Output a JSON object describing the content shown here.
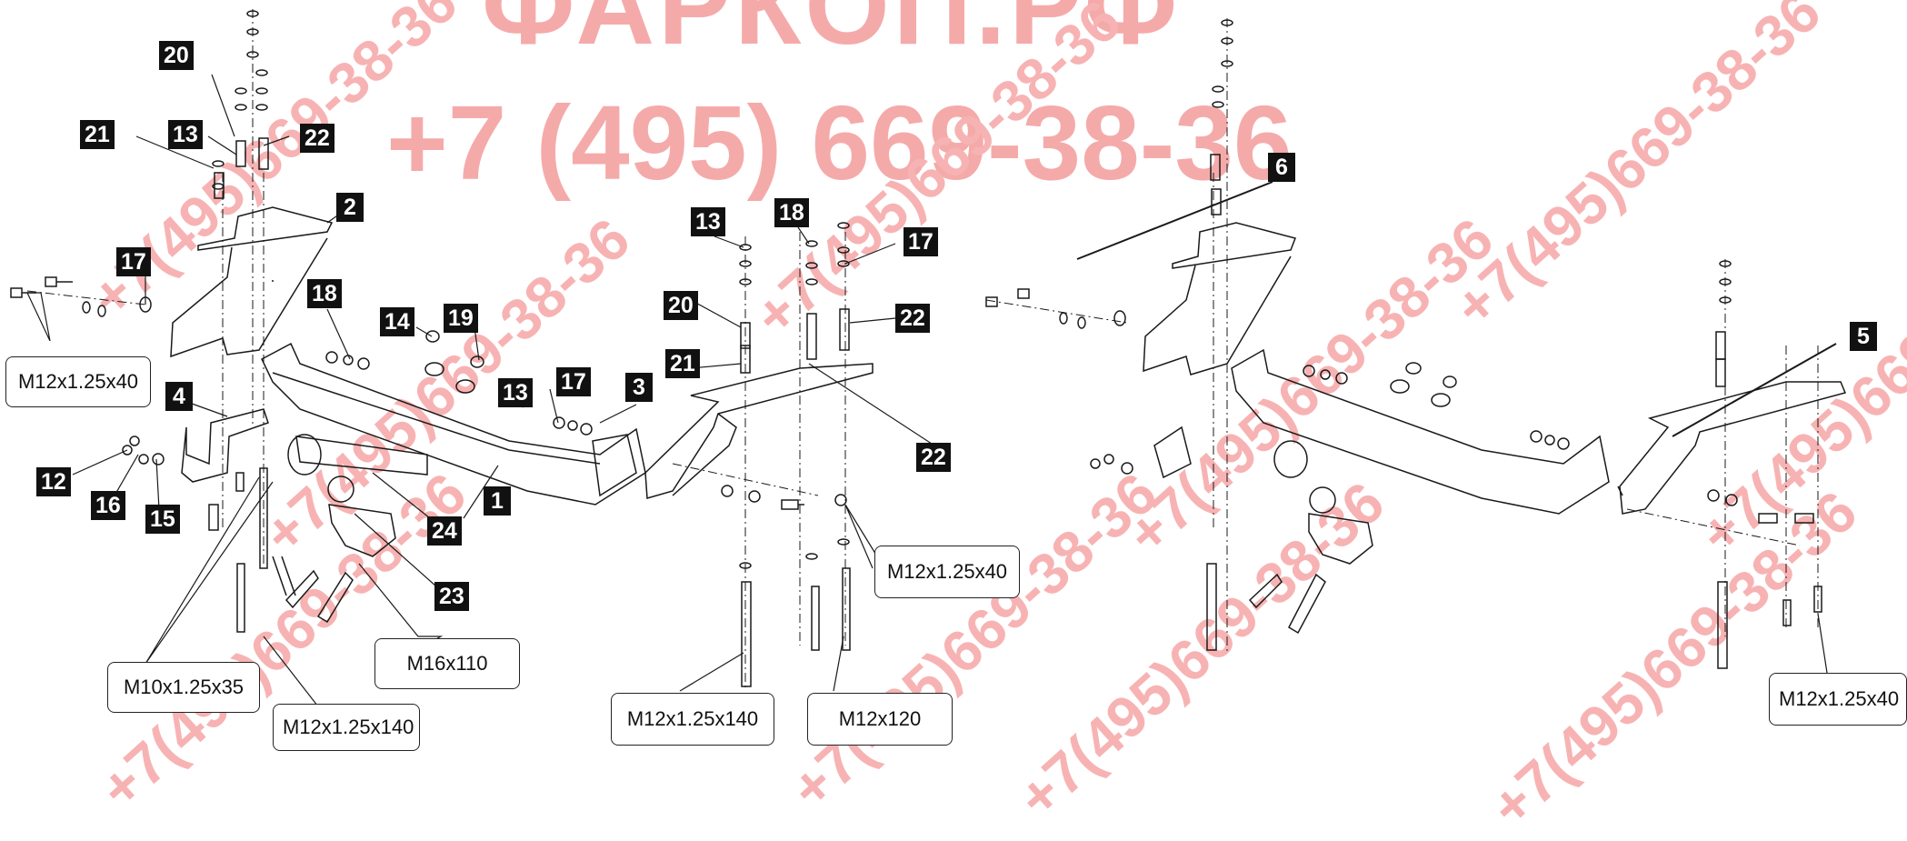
{
  "watermark": {
    "site": "ФАРКОП.РФ",
    "phone": "+7 (495) 669-38-36",
    "phone_diag": "+7(495)669-38-36",
    "color": "#f5aaaa"
  },
  "callouts": {
    "c1": "1",
    "c2": "2",
    "c3": "3",
    "c4": "4",
    "c5": "5",
    "c6": "6",
    "c12": "12",
    "c13a": "13",
    "c13b": "13",
    "c13c": "13",
    "c14": "14",
    "c15": "15",
    "c16": "16",
    "c17a": "17",
    "c17b": "17",
    "c17c": "17",
    "c18a": "18",
    "c18b": "18",
    "c19": "19",
    "c20a": "20",
    "c20b": "20",
    "c21a": "21",
    "c21b": "21",
    "c22a": "22",
    "c22b": "22",
    "c22c": "22",
    "c23": "23",
    "c24": "24"
  },
  "specs": {
    "s1": "M12x1.25x40",
    "s2": "M10x1.25x35",
    "s3": "M12x1.25x140",
    "s4": "M16x110",
    "s5": "M12x1.25x140",
    "s6": "M12x120",
    "s7": "M12x1.25x40",
    "s8": "M12x1.25x40"
  }
}
